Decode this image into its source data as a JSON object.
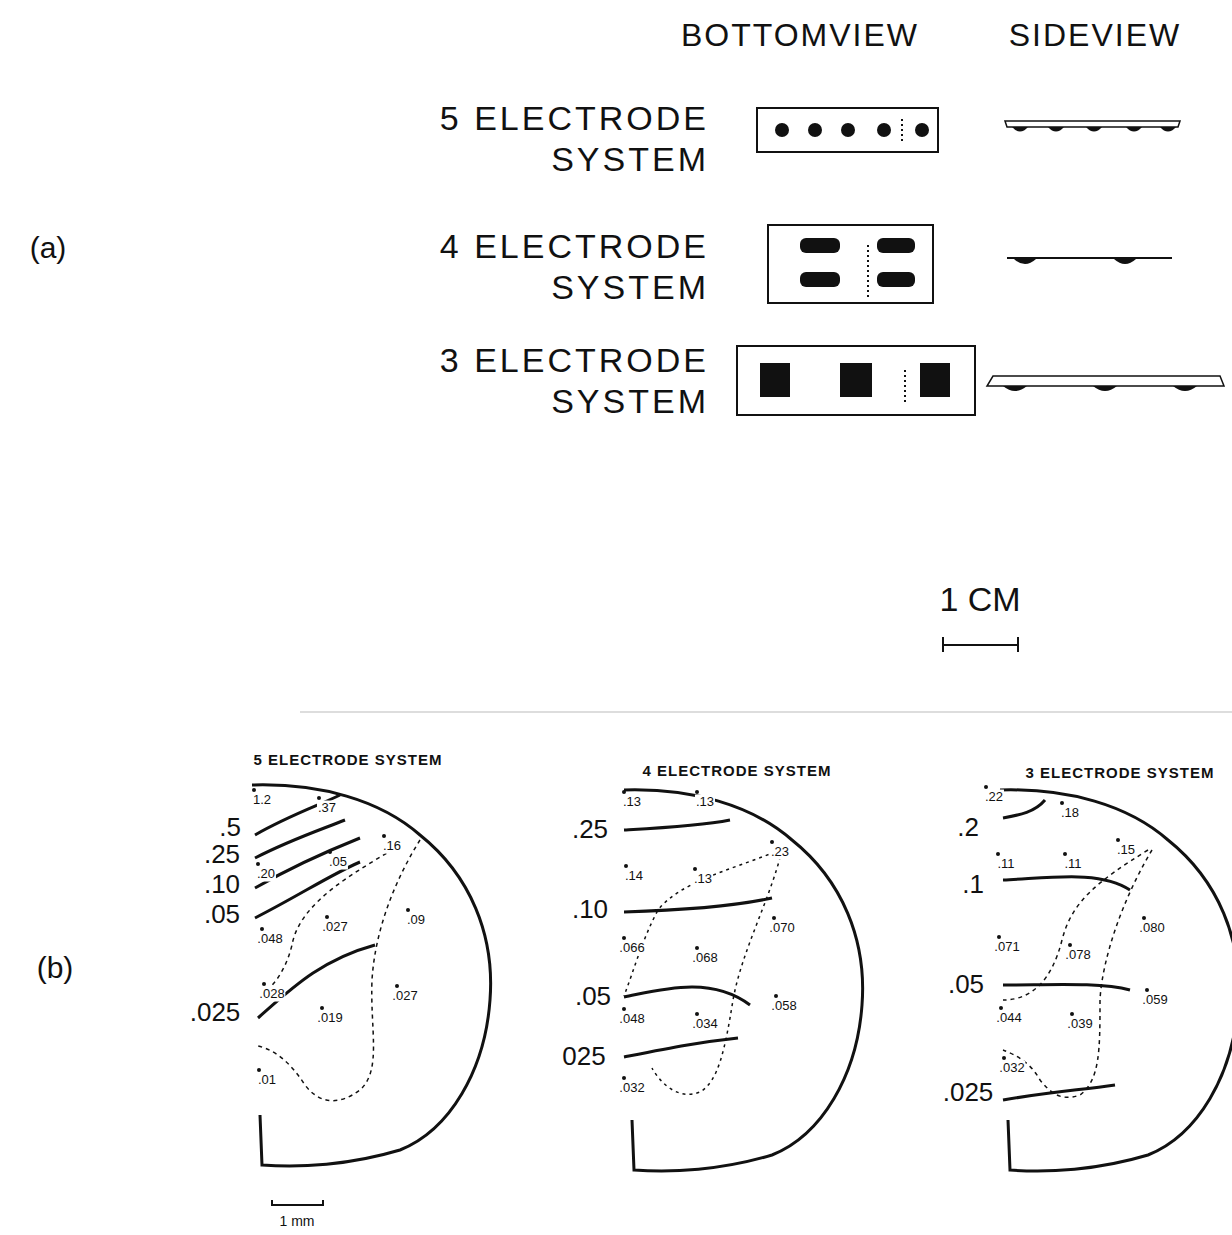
{
  "diagram": {
    "labels": [
      "(a)",
      "BOTTOMVIEW",
      "SIDEVIEW",
      "5 ELECTRODE SYSTEM",
      "4 ELECTRODE SYSTEM",
      "3 ELECTRODE SYSTEM",
      "1 CM",
      "(b)",
      "5 ELECTRODE SYSTEM",
      ".5",
      ".25",
      ".10",
      ".05",
      ".025",
      "1.2",
      ".37",
      ".20",
      ".05",
      ".16",
      ".048",
      ".027",
      ".09",
      ".028",
      ".019",
      ".027",
      ".01",
      "4 ELECTRODE SYSTEM",
      ".25",
      ".10",
      ".05",
      "025",
      ".13",
      ".13",
      ".14",
      ".13",
      ".23",
      ".066",
      ".068",
      ".070",
      ".048",
      ".034",
      ".058",
      ".032",
      "3 ELECTRODE SYSTEM",
      ".2",
      ".1",
      ".05",
      ".025",
      ".22",
      ".18",
      ".11",
      ".11",
      ".15",
      ".071",
      ".078",
      ".080",
      ".044",
      ".039",
      ".059",
      ".032",
      "1 mm"
    ]
  }
}
